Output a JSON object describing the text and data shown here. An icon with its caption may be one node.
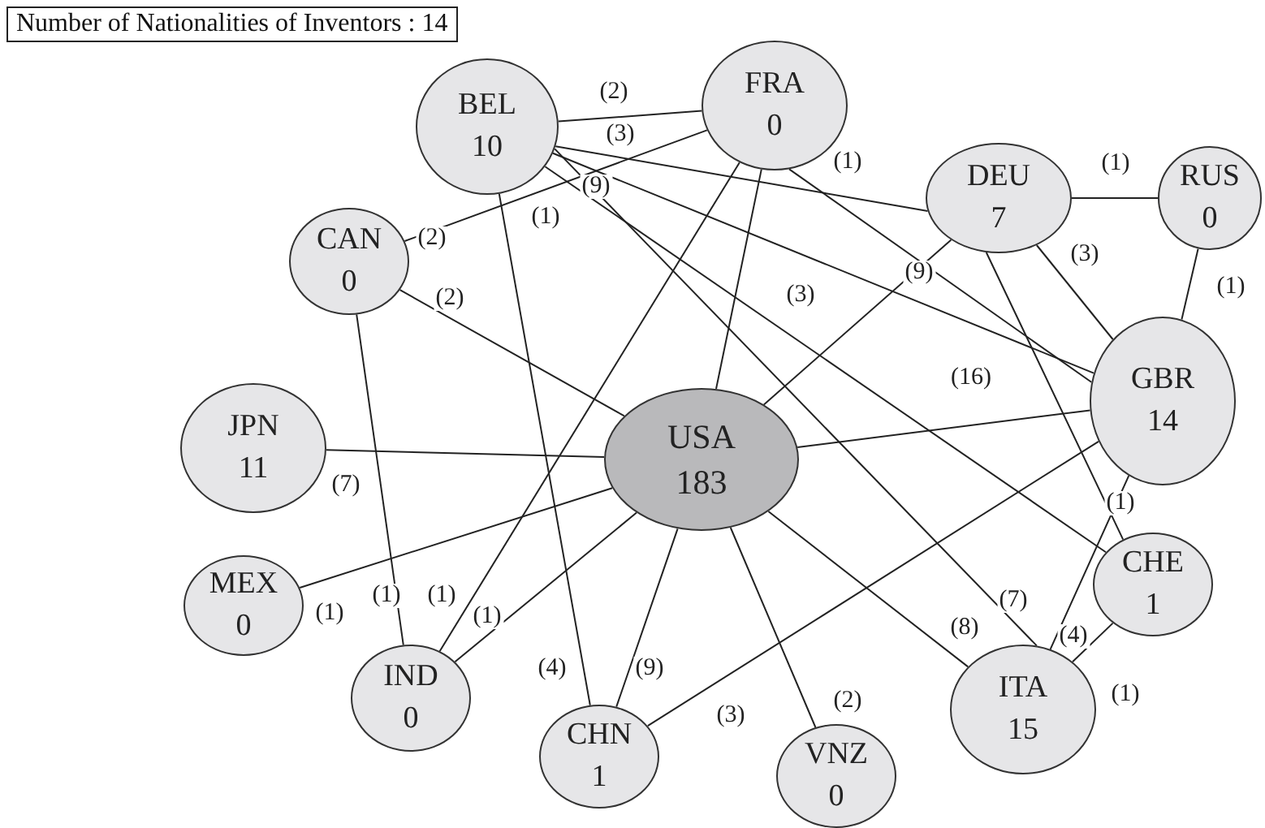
{
  "diagram": {
    "title": "Number of Nationalities of Inventors : 14",
    "nodes": [
      {
        "text": [
          "FRA",
          "0"
        ]
      },
      {
        "text": [
          "BEL",
          "10"
        ]
      },
      {
        "text": [
          "DEU",
          "7"
        ]
      },
      {
        "text": [
          "RUS",
          "0"
        ]
      },
      {
        "text": [
          "CAN",
          "0"
        ]
      },
      {
        "text": [
          "GBR",
          "14"
        ]
      },
      {
        "text": [
          "JPN",
          "11"
        ]
      },
      {
        "text": [
          "USA",
          "183"
        ]
      },
      {
        "text": [
          "MEX",
          "0"
        ]
      },
      {
        "text": [
          "CHE",
          "1"
        ]
      },
      {
        "text": [
          "IND",
          "0"
        ]
      },
      {
        "text": [
          "ITA",
          "15"
        ]
      },
      {
        "text": [
          "CHN",
          "1"
        ]
      },
      {
        "text": [
          "VNZ",
          "0"
        ]
      }
    ],
    "edges": [
      {
        "from": 1,
        "to": 0,
        "arrow": "none",
        "label": "(2)"
      },
      {
        "from": 1,
        "to": 2,
        "arrow": "none",
        "label": "(3)"
      },
      {
        "from": 1,
        "to": 5,
        "arrow": "none",
        "label": "(9)"
      },
      {
        "from": 1,
        "to": 9,
        "arrow": "none",
        "label": "(3)"
      },
      {
        "from": 1,
        "to": 11,
        "arrow": "none",
        "label": "(7)"
      },
      {
        "from": 1,
        "to": 12,
        "arrow": "none",
        "label": "(4)"
      },
      {
        "from": 4,
        "to": 0,
        "arrow": "none",
        "label": "(2)"
      },
      {
        "from": 0,
        "to": 7,
        "arrow": "none"
      },
      {
        "from": 0,
        "to": 10,
        "arrow": "none",
        "label": "(1)"
      },
      {
        "from": 0,
        "to": 5,
        "arrow": "none",
        "label": "(1)"
      },
      {
        "from": 2,
        "to": 3,
        "arrow": "none",
        "label": "(1)"
      },
      {
        "from": 2,
        "to": 5,
        "arrow": "none",
        "label": "(3)"
      },
      {
        "from": 2,
        "to": 7,
        "arrow": "none",
        "label": "(9)"
      },
      {
        "from": 2,
        "to": 9,
        "arrow": "none",
        "label": "(1)"
      },
      {
        "from": 3,
        "to": 5,
        "arrow": "none",
        "label": "(1)"
      },
      {
        "from": 4,
        "to": 7,
        "arrow": "none",
        "label": "(2)"
      },
      {
        "from": 4,
        "to": 10,
        "arrow": "none",
        "label": "(1)"
      },
      {
        "from": 6,
        "to": 7,
        "arrow": "none",
        "label": "(7)"
      },
      {
        "from": 8,
        "to": 7,
        "arrow": "none",
        "label": "(1)"
      },
      {
        "from": 10,
        "to": 7,
        "arrow": "none",
        "label": "(1)"
      },
      {
        "from": 12,
        "to": 7,
        "arrow": "none",
        "label": "(9)"
      },
      {
        "from": 12,
        "to": 5,
        "arrow": "none",
        "label": "(3)"
      },
      {
        "from": 13,
        "to": 7,
        "arrow": "none",
        "label": "(2)"
      },
      {
        "from": 7,
        "to": 11,
        "arrow": "none",
        "label": "(8)"
      },
      {
        "from": 7,
        "to": 5,
        "arrow": "none",
        "label": "(16)"
      },
      {
        "from": 5,
        "to": 11,
        "arrow": "none",
        "label": "(4)"
      },
      {
        "from": 9,
        "to": 11,
        "arrow": "none",
        "label": "(1)"
      }
    ],
    "labels": [
      "(1)"
    ]
  }
}
